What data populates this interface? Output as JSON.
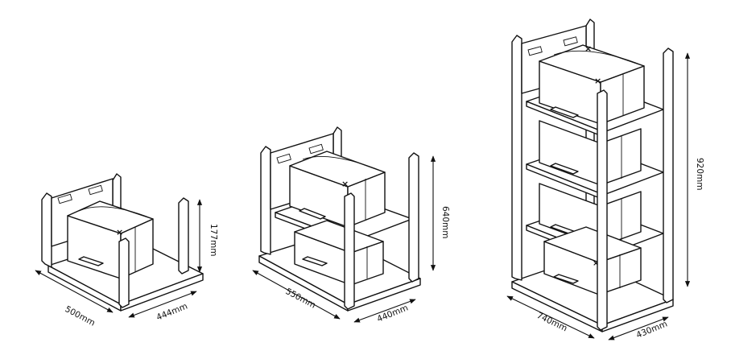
{
  "racks": [
    {
      "id": "small",
      "levels": 1,
      "dimensions": {
        "width": "500mm",
        "depth": "444mm",
        "height": "177mm"
      }
    },
    {
      "id": "medium",
      "levels": 2,
      "dimensions": {
        "width": "550mm",
        "depth": "440mm",
        "height": "640mm"
      }
    },
    {
      "id": "large",
      "levels": 4,
      "dimensions": {
        "width": "740mm",
        "depth": "430mm",
        "height": "920mm"
      }
    }
  ],
  "colors": {
    "line": "#111111",
    "background": "#ffffff"
  }
}
